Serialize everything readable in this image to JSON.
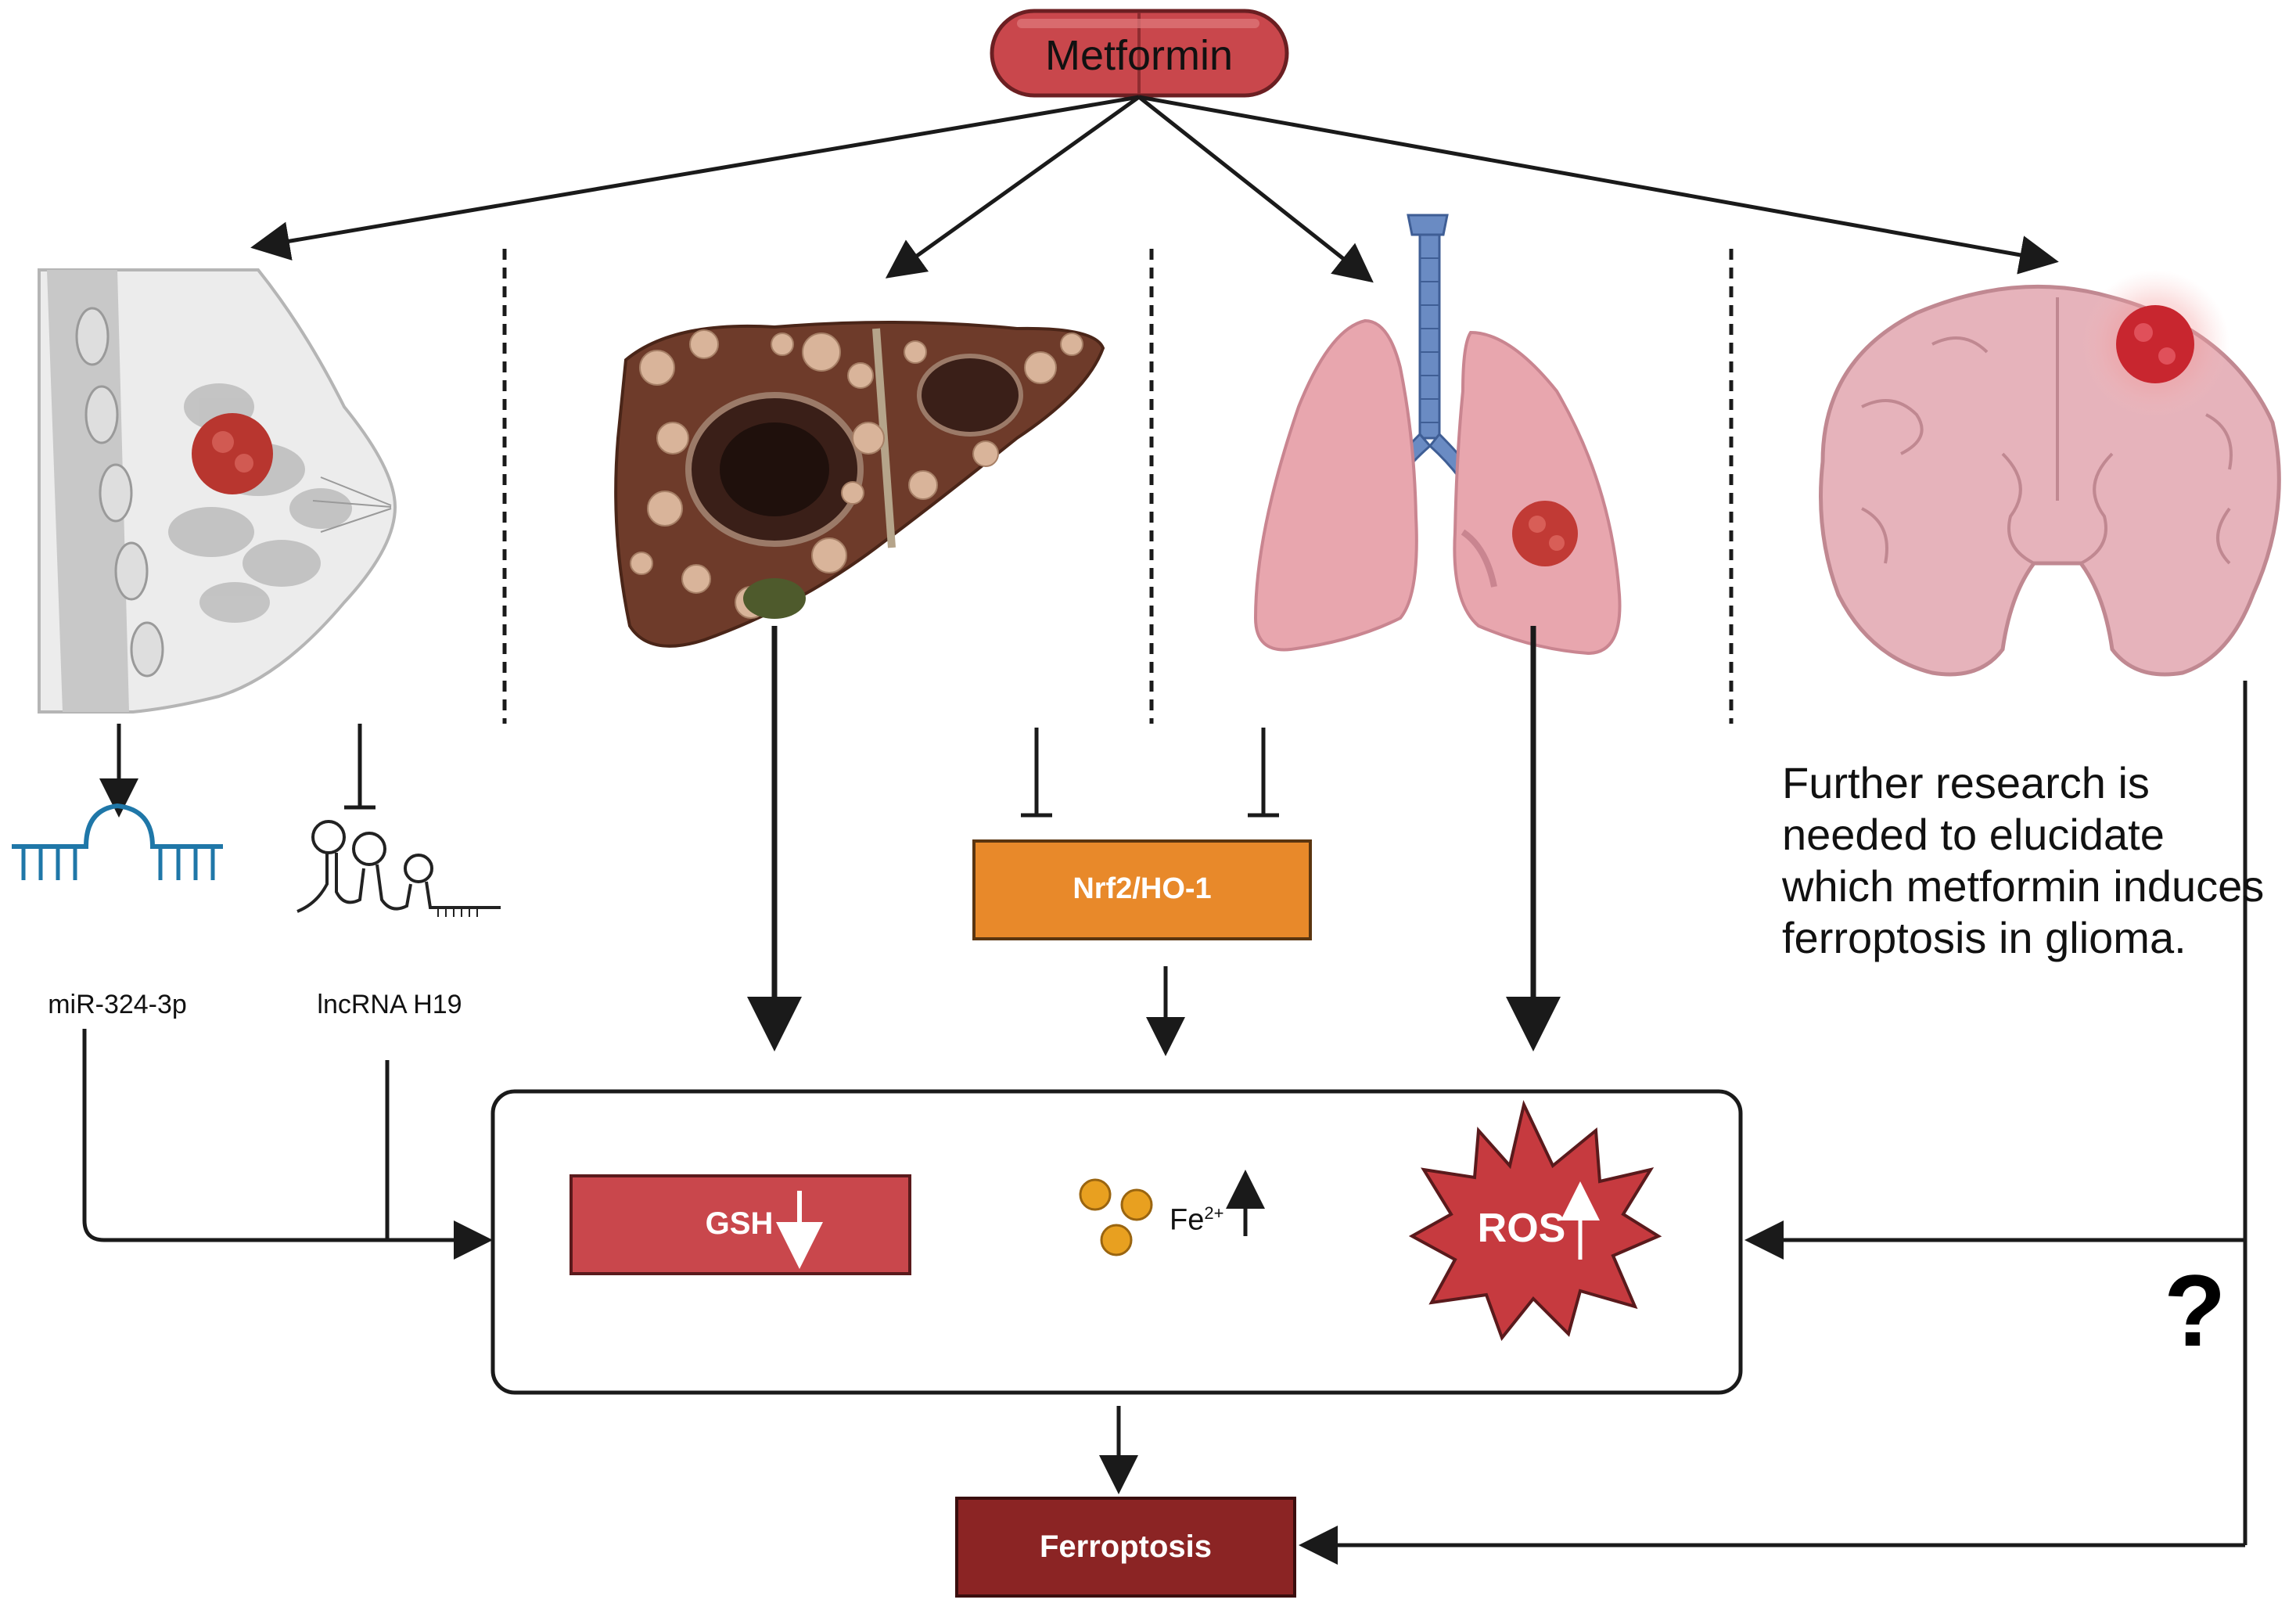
{
  "drug": {
    "label": "Metformin",
    "color": "#c9474c"
  },
  "cancers": [
    {
      "name": "breast",
      "tumor_color": "#b8362f"
    },
    {
      "name": "liver"
    },
    {
      "name": "lung",
      "tumor_color": "#c13a35"
    },
    {
      "name": "brain",
      "tumor_color": "#c8262f"
    }
  ],
  "breast_regulators": {
    "mirna": {
      "label": "miR-324-3p",
      "effect": "activate"
    },
    "lncrna": {
      "label": "lncRNA H19",
      "effect": "inhibit"
    }
  },
  "pathway": {
    "label": "Nrf2/HO-1",
    "color": "#e8892a",
    "effect_from_liver_and_lung": "inhibit"
  },
  "mechanisms": {
    "gsh": {
      "label": "GSH",
      "direction": "down",
      "color": "#c9474c"
    },
    "iron": {
      "label": "Fe",
      "superscript": "2+",
      "direction": "up",
      "color": "#e8a020"
    },
    "ros": {
      "label": "ROS",
      "direction": "up",
      "color": "#c63a3f"
    }
  },
  "outcome": {
    "label": "Ferroptosis",
    "color": "#8b2424"
  },
  "glioma_note": "Further research is needed to elucidate which metformin induces ferroptosis in glioma.",
  "unknown_marker": "?"
}
